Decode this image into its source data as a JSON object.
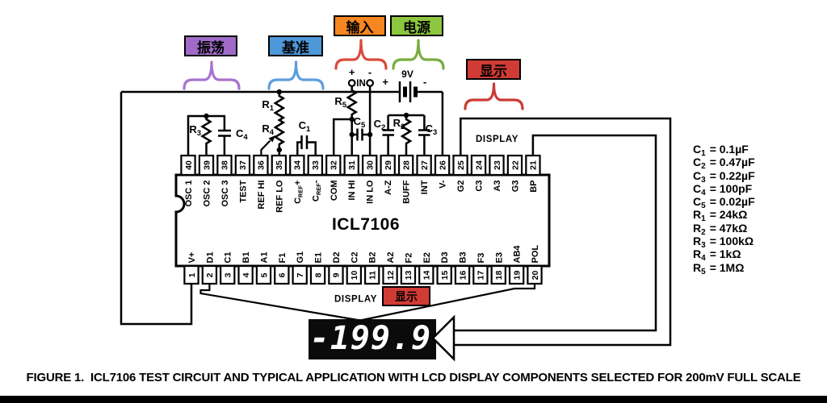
{
  "figure": {
    "caption": "FIGURE 1.  ICL7106 TEST CIRCUIT AND TYPICAL APPLICATION WITH LCD DISPLAY COMPONENTS SELECTED FOR 200mV FULL SCALE"
  },
  "groups": [
    {
      "id": "osc",
      "label": "振荡",
      "box_color": "#A06BC8",
      "brace_color": "#A873CE",
      "has_brace": true
    },
    {
      "id": "ref",
      "label": "基准",
      "box_color": "#4E97D9",
      "brace_color": "#5C9EDC",
      "has_brace": true
    },
    {
      "id": "input",
      "label": "输入",
      "box_color": "#F6861F",
      "brace_color": "#D94A3C",
      "has_brace": true
    },
    {
      "id": "power",
      "label": "电源",
      "box_color": "#8DC63F",
      "brace_color": "#76AD3F",
      "has_brace": true
    },
    {
      "id": "display_top",
      "label": "显示",
      "box_color": "#D13B35",
      "brace_color": "#CC3A33",
      "has_brace": true
    },
    {
      "id": "display_bottom",
      "label": "显示",
      "box_color": "#D13B35",
      "brace_color": null,
      "has_brace": false
    }
  ],
  "chip": {
    "name": "ICL7106",
    "top_pins": [
      {
        "num": "40",
        "name": "OSC 1"
      },
      {
        "num": "39",
        "name": "OSC 2"
      },
      {
        "num": "38",
        "name": "OSC 3"
      },
      {
        "num": "37",
        "name": "TEST"
      },
      {
        "num": "36",
        "name": "REF HI"
      },
      {
        "num": "35",
        "name": "REF LO"
      },
      {
        "num": "34",
        "name": "CREF+"
      },
      {
        "num": "33",
        "name": "CREF-"
      },
      {
        "num": "32",
        "name": "COM"
      },
      {
        "num": "31",
        "name": "IN HI"
      },
      {
        "num": "30",
        "name": "IN LO"
      },
      {
        "num": "29",
        "name": "A-Z"
      },
      {
        "num": "28",
        "name": "BUFF"
      },
      {
        "num": "27",
        "name": "INT"
      },
      {
        "num": "26",
        "name": "V-"
      },
      {
        "num": "25",
        "name": "G2"
      },
      {
        "num": "24",
        "name": "C3"
      },
      {
        "num": "23",
        "name": "A3"
      },
      {
        "num": "22",
        "name": "G3"
      },
      {
        "num": "21",
        "name": "BP"
      }
    ],
    "bottom_pins": [
      {
        "num": "1",
        "name": "V+"
      },
      {
        "num": "2",
        "name": "D1"
      },
      {
        "num": "3",
        "name": "C1"
      },
      {
        "num": "4",
        "name": "B1"
      },
      {
        "num": "5",
        "name": "A1"
      },
      {
        "num": "6",
        "name": "F1"
      },
      {
        "num": "7",
        "name": "G1"
      },
      {
        "num": "8",
        "name": "E1"
      },
      {
        "num": "9",
        "name": "D2"
      },
      {
        "num": "10",
        "name": "C2"
      },
      {
        "num": "11",
        "name": "B2"
      },
      {
        "num": "12",
        "name": "A2"
      },
      {
        "num": "13",
        "name": "F2"
      },
      {
        "num": "14",
        "name": "E2"
      },
      {
        "num": "15",
        "name": "D3"
      },
      {
        "num": "16",
        "name": "B3"
      },
      {
        "num": "17",
        "name": "F3"
      },
      {
        "num": "18",
        "name": "E3"
      },
      {
        "num": "19",
        "name": "AB4"
      },
      {
        "num": "20",
        "name": "POL"
      }
    ]
  },
  "battery": {
    "label": "9V",
    "plus": "+",
    "minus": "-"
  },
  "input_terminals": {
    "plus": "+",
    "minus": "-",
    "label": "IN"
  },
  "display": {
    "reading": "-199.9",
    "label_top": "DISPLAY",
    "label_bottom": "DISPLAY"
  },
  "schematic_parts": [
    {
      "id": "R1",
      "sym": "R",
      "sub": "1"
    },
    {
      "id": "R4",
      "sym": "R",
      "sub": "4"
    },
    {
      "id": "R3",
      "sym": "R",
      "sub": "3"
    },
    {
      "id": "C4",
      "sym": "C",
      "sub": "4"
    },
    {
      "id": "C1",
      "sym": "C",
      "sub": "1"
    },
    {
      "id": "R5",
      "sym": "R",
      "sub": "5"
    },
    {
      "id": "C5",
      "sym": "C",
      "sub": "5"
    },
    {
      "id": "C2",
      "sym": "C",
      "sub": "2"
    },
    {
      "id": "R2",
      "sym": "R",
      "sub": "2"
    },
    {
      "id": "C3",
      "sym": "C",
      "sub": "3"
    }
  ],
  "component_values": [
    {
      "sym": "C",
      "sub": "1",
      "value": "= 0.1µF"
    },
    {
      "sym": "C",
      "sub": "2",
      "value": "= 0.47µF"
    },
    {
      "sym": "C",
      "sub": "3",
      "value": "= 0.22µF"
    },
    {
      "sym": "C",
      "sub": "4",
      "value": "= 100pF"
    },
    {
      "sym": "C",
      "sub": "5",
      "value": "= 0.02µF"
    },
    {
      "sym": "R",
      "sub": "1",
      "value": "= 24kΩ"
    },
    {
      "sym": "R",
      "sub": "2",
      "value": "= 47kΩ"
    },
    {
      "sym": "R",
      "sub": "3",
      "value": "= 100kΩ"
    },
    {
      "sym": "R",
      "sub": "4",
      "value": "= 1kΩ"
    },
    {
      "sym": "R",
      "sub": "5",
      "value": "= 1MΩ"
    }
  ]
}
